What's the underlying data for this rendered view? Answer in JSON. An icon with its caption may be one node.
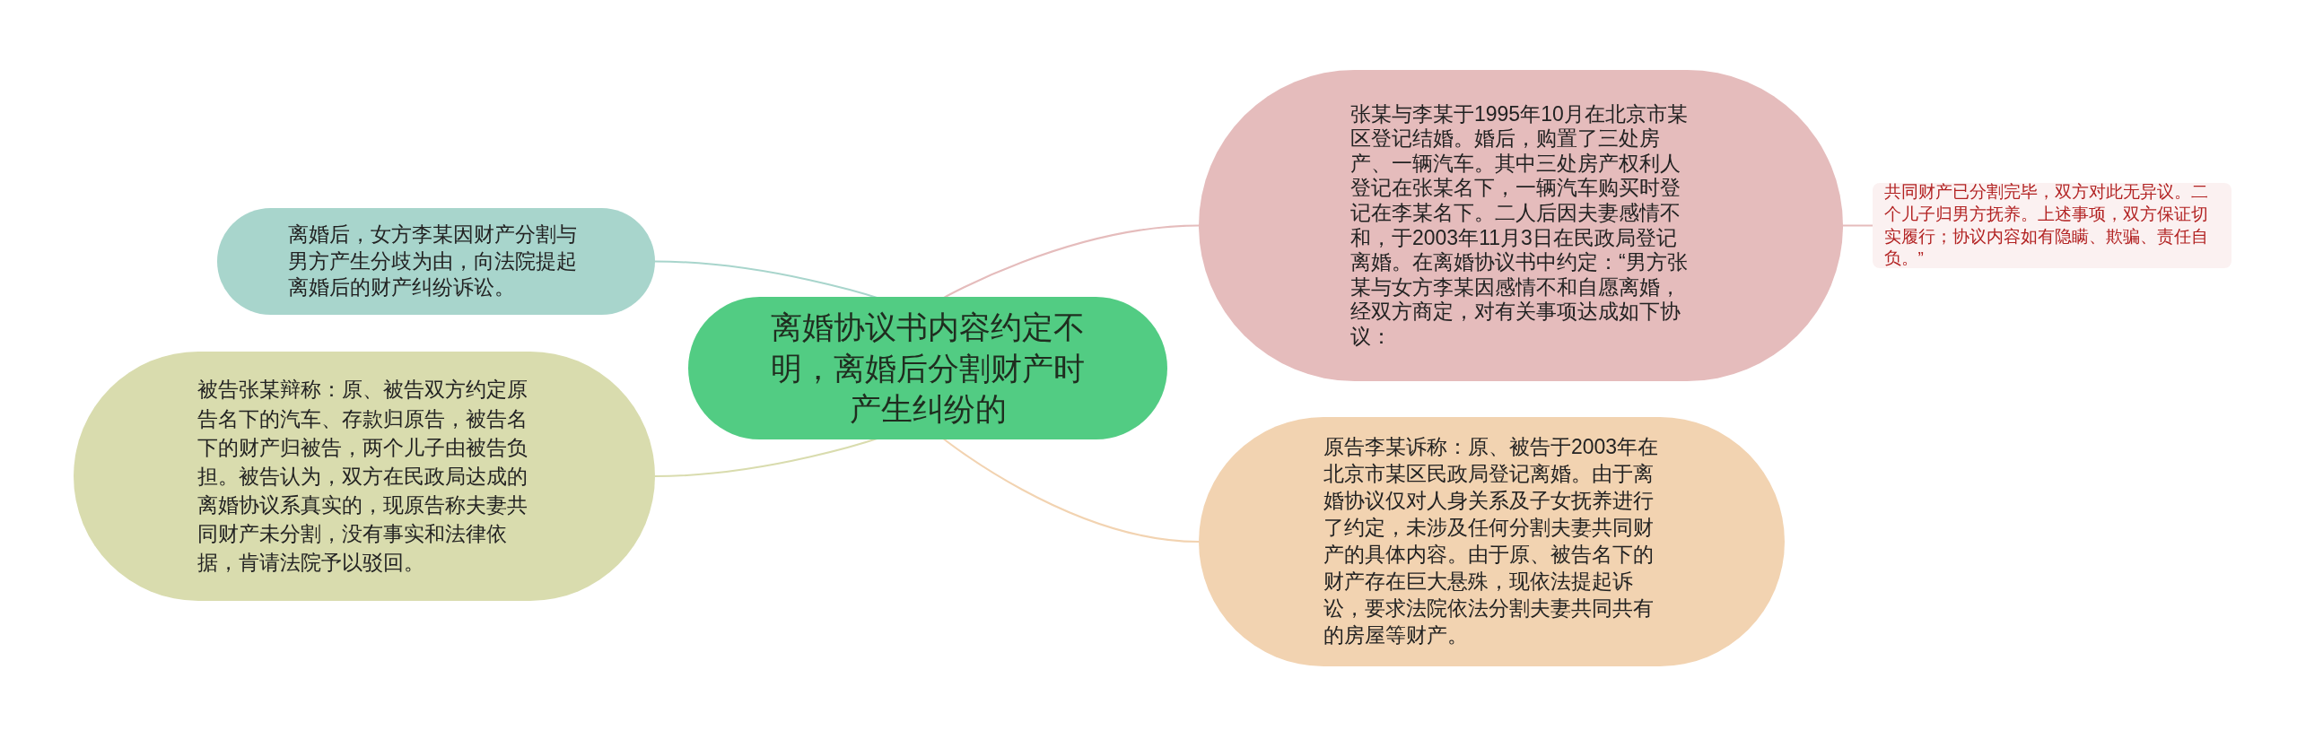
{
  "diagram": {
    "nodes": [
      {
        "text": [
          "离婚协议书内容约定不明，离婚后分割财产时产生纠纷的"
        ]
      },
      {
        "text": [
          "离婚后，女方李某因财产分割与男方产生分歧为由，向法院提起离婚后的财产纠纷诉讼。"
        ]
      },
      {
        "text": [
          "被告张某辩称：原、被告双方约定原告名下的汽车、存款归原告，被告名下的财产归被告，两个儿子由被告负担。被告认为，双方在民政局达成的离婚协议系真实的，现原告称夫妻共同财产未分割，没有事实和法律依据，肯请法院予以驳回。"
        ]
      },
      {
        "text": [
          "张某与李某于1995年10月在北京市某区登记结婚。婚后，购置了三处房产、一辆汽车。其中三处房产权利人登记在张某名下，一辆汽车购买时登记在李某名下。二人后因夫妻感情不和，于2003年11月3日在民政局登记离婚。在离婚协议书中约定：“男方张某与女方李某因感情不和自愿离婚，经双方商定，对有关事项达成如下协议："
        ]
      },
      {
        "text": [
          "共同财产已分割完毕，双方对此无异议。二个儿子归男方抚养。上述事项，双方保证切实履行；协议内容如有隐瞒、欺骗、责任自负。”"
        ]
      },
      {
        "text": [
          "原告李某诉称：原、被告于2003年在北京市某区民政局登记离婚。由于离婚协议仅对人身关系及子女抚养进行了约定，未涉及任何分割夫妻共同财产的具体内容。由于原、被告名下的财产存在巨大悬殊，现依法提起诉讼，要求法院依法分割夫妻共同共有的房屋等财产。"
        ]
      }
    ],
    "edges": [
      {
        "from": 0,
        "to": 1,
        "arrow": "none",
        "color": "#a8d5cc"
      },
      {
        "from": 0,
        "to": 2,
        "arrow": "none",
        "color": "#d9dcae"
      },
      {
        "from": 0,
        "to": 3,
        "arrow": "none",
        "color": "#e5bcbc"
      },
      {
        "from": 3,
        "to": 4,
        "arrow": "none",
        "color": "#e5bcbc"
      },
      {
        "from": 0,
        "to": 5,
        "arrow": "none",
        "color": "#f2d3b1"
      }
    ]
  }
}
